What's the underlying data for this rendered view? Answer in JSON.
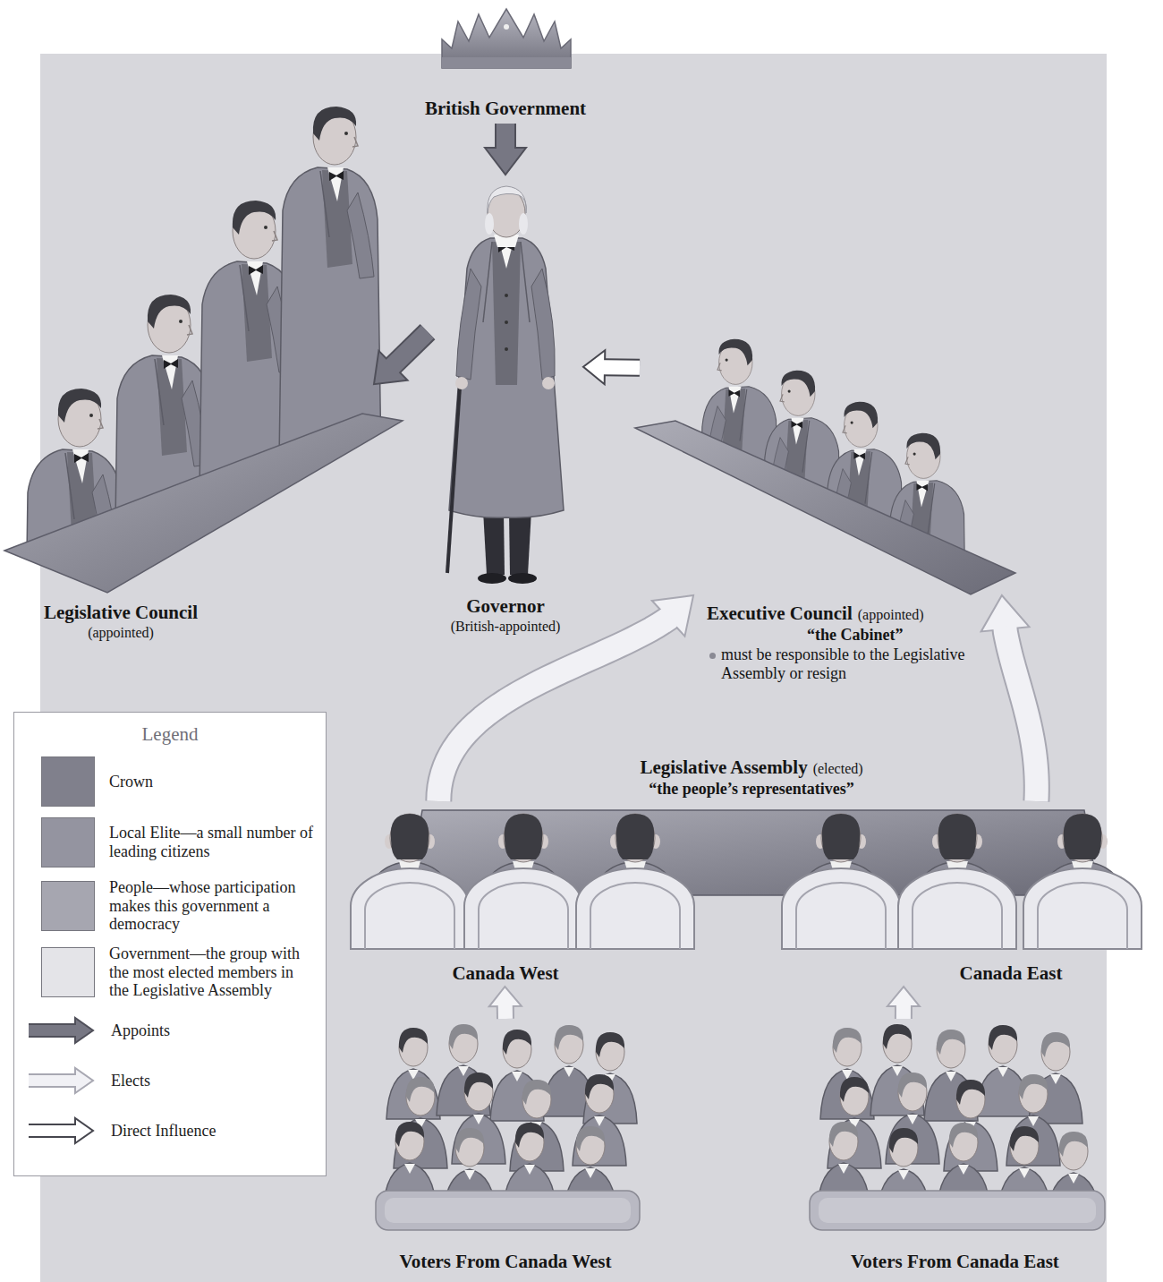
{
  "diagram": {
    "nodes": [
      {
        "text": [
          "British Government"
        ]
      },
      {
        "text": [
          "Governor",
          "(British-appointed)"
        ]
      },
      {
        "text": [
          "Legislative Council",
          "(appointed)"
        ]
      },
      {
        "text": [
          "Executive Council",
          "(appointed)",
          "“the Cabinet”",
          "must be responsible to the Legislative Assembly or resign"
        ]
      },
      {
        "text": [
          "Legislative Assembly",
          "(elected)",
          "“the people’s representatives”"
        ]
      },
      {
        "text": [
          "Canada West"
        ],
        "in": 4
      },
      {
        "text": [
          "Canada East"
        ],
        "in": 4
      },
      {
        "text": [
          "Voters From Canada West"
        ]
      },
      {
        "text": [
          "Voters From Canada East"
        ]
      }
    ],
    "edges": [
      {
        "from": 0,
        "to": 1,
        "arrow": "to"
      },
      {
        "from": 1,
        "to": 2,
        "arrow": "to"
      },
      {
        "from": 3,
        "to": 1,
        "arrow": "to"
      },
      {
        "from": 5,
        "to": 3,
        "arrow": "to"
      },
      {
        "from": 6,
        "to": 3,
        "arrow": "to"
      },
      {
        "from": 7,
        "to": 5,
        "arrow": "to"
      },
      {
        "from": 8,
        "to": 6,
        "arrow": "to"
      }
    ],
    "labels": [
      "Legend"
    ],
    "legend": [
      {
        "text": "Crown",
        "color": "#80808c"
      },
      {
        "text": "Local Elite—a small number of leading citizens",
        "color": "#9494a0"
      },
      {
        "text": "People—whose participation makes this government a democracy",
        "color": "#a6a6b0"
      },
      {
        "text": "Government—the group with the most elected members in the Legislative Assembly",
        "color": "#e4e4e8"
      },
      {
        "text": "Appoints"
      },
      {
        "text": "Elects"
      },
      {
        "text": "Direct Influence"
      }
    ]
  }
}
